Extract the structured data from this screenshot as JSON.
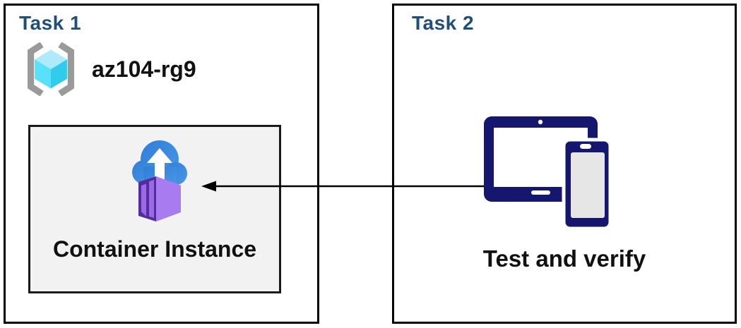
{
  "task1": {
    "title": "Task 1",
    "resource_group_name": "az104-rg9",
    "container_label": "Container Instance"
  },
  "task2": {
    "title": "Task 2",
    "devices_label": "Test and verify"
  },
  "arrow": {
    "direction": "right-to-left",
    "from": "task2-devices",
    "to": "task1-container-instance"
  },
  "icons": {
    "resource_group": "resource-group-icon",
    "container_instance": "container-instance-cloud-upload-icon",
    "devices": "tablet-and-phone-icon"
  },
  "colors": {
    "header_text": "#1f4e79",
    "outer_box_border": "#000000",
    "container_box_bg": "#f2f2f2",
    "container_box_border": "#1a1a1a",
    "cloud_blue": "#3a85da",
    "container_purple_dark": "#532d9c",
    "container_purple_panel": "#9d68e8",
    "container_purple_side": "#a87bf0",
    "container_purple_top": "#b591f2",
    "device_navy": "#15166e",
    "device_screen_gray": "#e6e6e6",
    "rg_bracket_gray": "#9a9a9a",
    "rg_cube_top": "#aeeafa",
    "rg_cube_left": "#58e1f8",
    "rg_cube_right": "#31ccec",
    "label_text": "#111111",
    "arrow_black": "#000000"
  }
}
